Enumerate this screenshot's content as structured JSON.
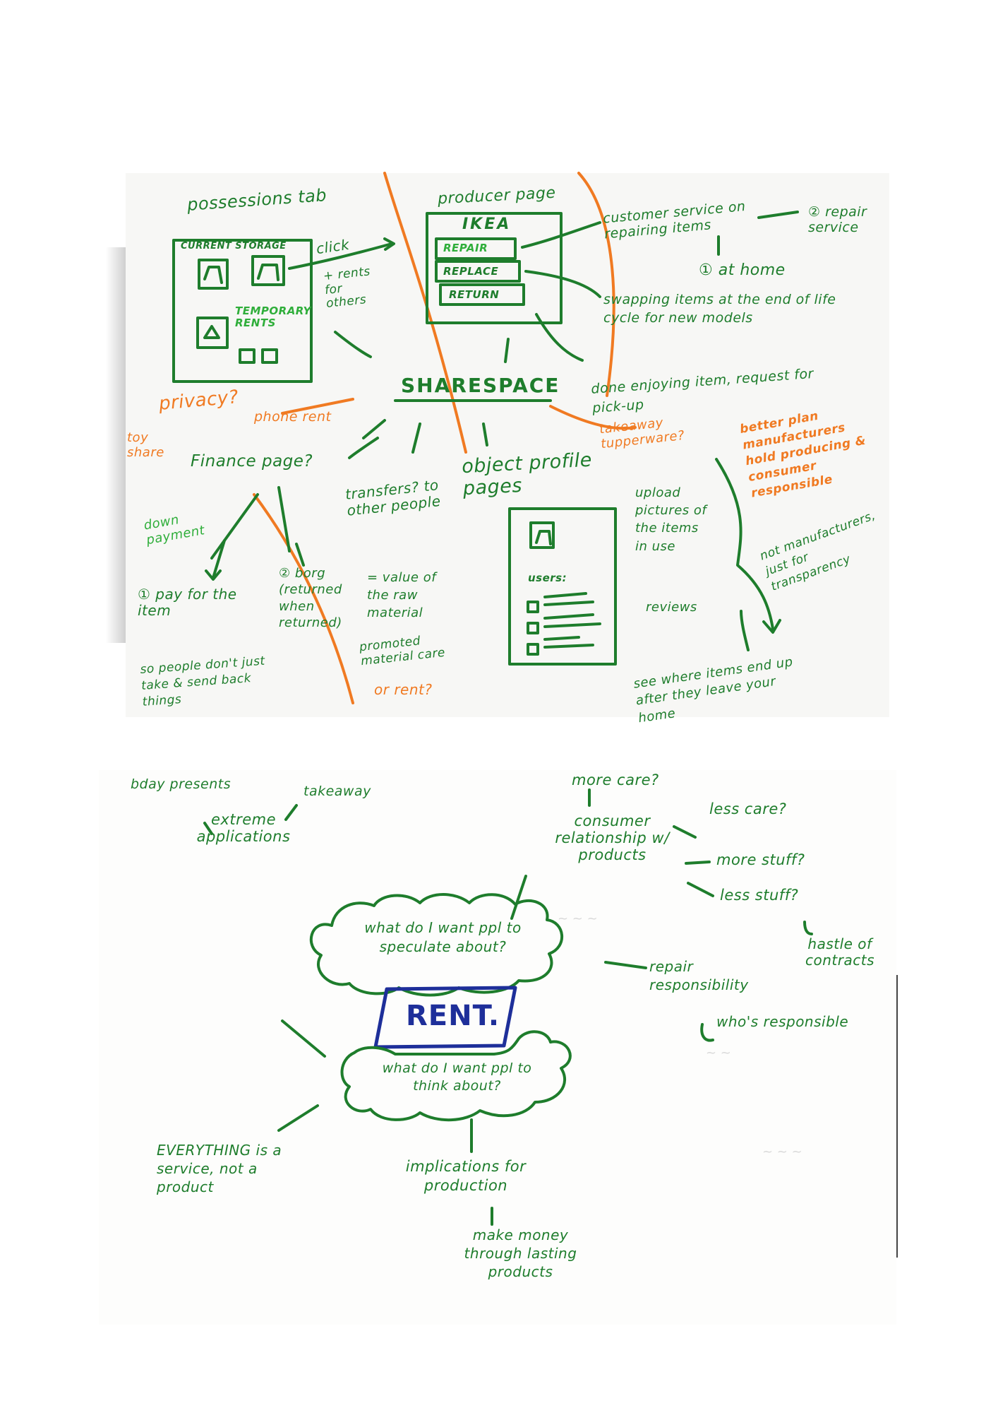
{
  "sketch1": {
    "possessions_tab": "possessions tab",
    "current_storage": "CURRENT STORAGE",
    "temporary_rents": "TEMPORARY RENTS",
    "click": "click",
    "rents_for_others": "+ rents for others",
    "producer_page": "producer page",
    "ikea": "IKEA",
    "repair": "REPAIR",
    "replace": "REPLACE",
    "return": "RETURN",
    "customer_service": "customer service on repairing items",
    "repair_service": "② repair service",
    "at_home": "① at home",
    "swapping": "swapping items at the end of life cycle for new models",
    "done_enjoying": "done enjoying item, request for pick-up",
    "sharespace": "SHARESPACE",
    "privacy": "privacy?",
    "phone_rent": "phone rent",
    "toy_share": "toy share",
    "takeaway_tupperware": "takeaway tupperware?",
    "finance_page": "Finance page?",
    "transfers": "transfers? to other people",
    "object_profile": "object profile pages",
    "upload_pictures": "upload pictures of the items in use",
    "reviews": "reviews",
    "users": "users:",
    "see_where": "see where items end up after they leave your home",
    "better_plan": "better plan manufacturers hold producing & consumer responsible",
    "not_manufacturers": "not manufacturers, just for transparency",
    "down_payment": "down payment",
    "pay_for_item": "① pay for the item",
    "so_people": "so people don't just take & send back things",
    "borg": "② borg (returned when returned)",
    "value_of": "= value of the raw material",
    "promoted": "promoted material care",
    "or_rent": "or rent?"
  },
  "sketch2": {
    "bday_presents": "bday presents",
    "takeaway": "takeaway",
    "extreme_applications": "extreme applications",
    "more_care": "more care?",
    "less_care": "less care?",
    "consumer_relationship": "consumer relationship w/ products",
    "more_stuff": "more stuff?",
    "less_stuff": "less stuff?",
    "hastle": "hastle of contracts",
    "speculate": "what do I want ppl to speculate about?",
    "rent": "RENT.",
    "think": "what do I want ppl to think about?",
    "repair_responsibility": "repair responsibility",
    "whos_responsible": "who's responsible",
    "everything": "EVERYTHING is a service, not a product",
    "implications": "implications for production",
    "make_money": "make money through lasting products"
  }
}
